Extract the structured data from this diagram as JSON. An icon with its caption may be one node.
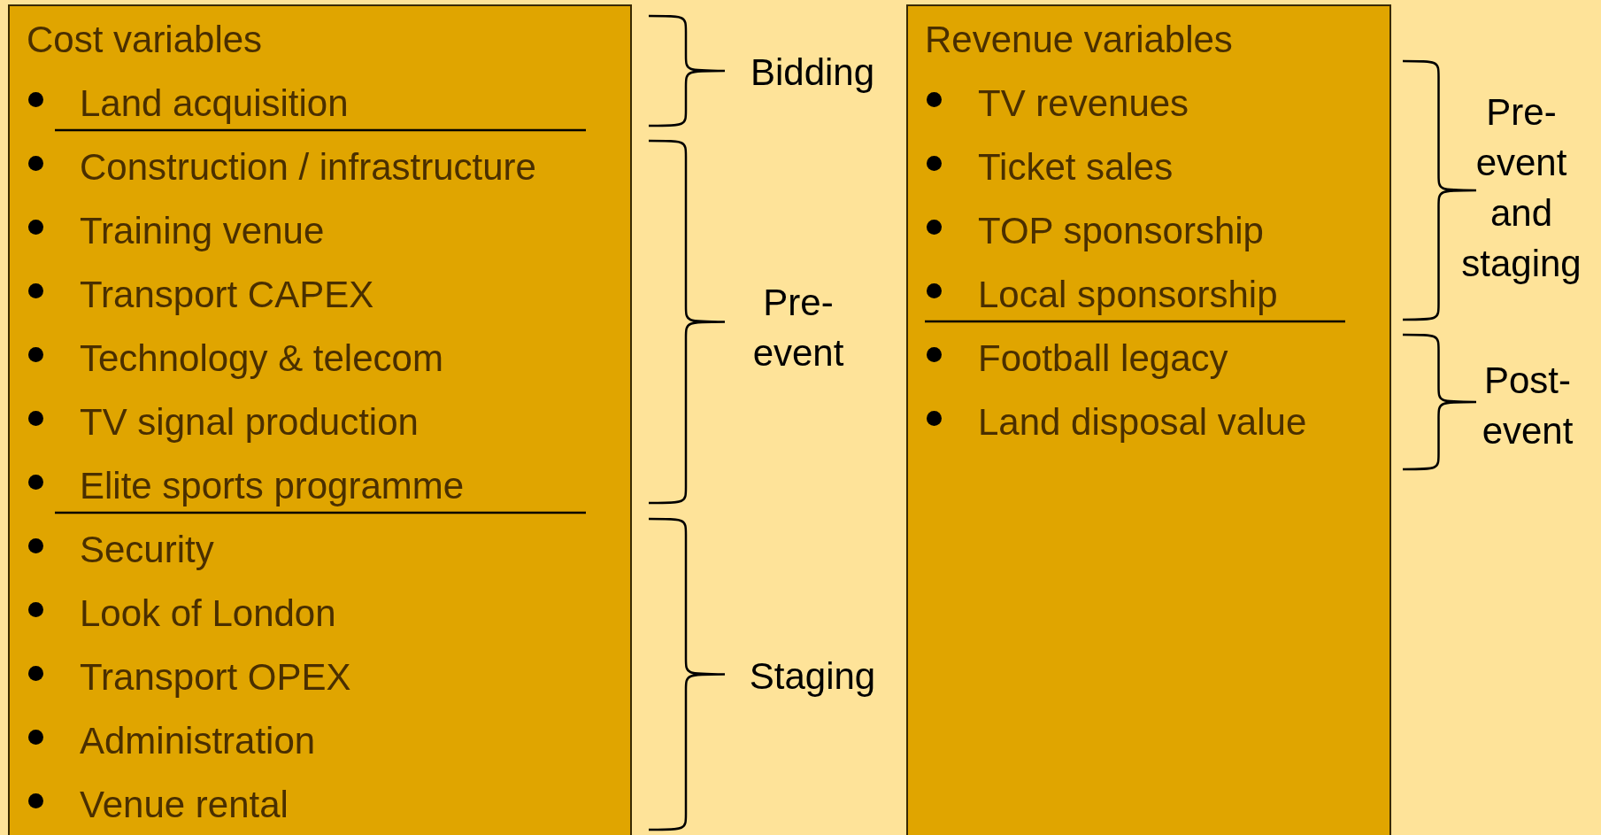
{
  "diagram": {
    "nodes": [
      {
        "text": [
          "Cost variables",
          "Land acquisition",
          "Construction / infrastructure",
          "Training venue",
          "Transport CAPEX",
          "Technology & telecom",
          "TV signal production",
          "Elite sports programme",
          "Security",
          "Look of London",
          "Transport OPEX",
          "Administration",
          "Venue rental"
        ]
      },
      {
        "text": [
          "Revenue variables",
          "TV revenues",
          "Ticket sales",
          "TOP sponsorship",
          "Local sponsorship",
          "Football legacy",
          "Land disposal value"
        ]
      }
    ],
    "edges": [],
    "labels": [
      "Bidding",
      "Pre-event",
      "Staging",
      "Pre-event and staging",
      "Post-event"
    ]
  }
}
